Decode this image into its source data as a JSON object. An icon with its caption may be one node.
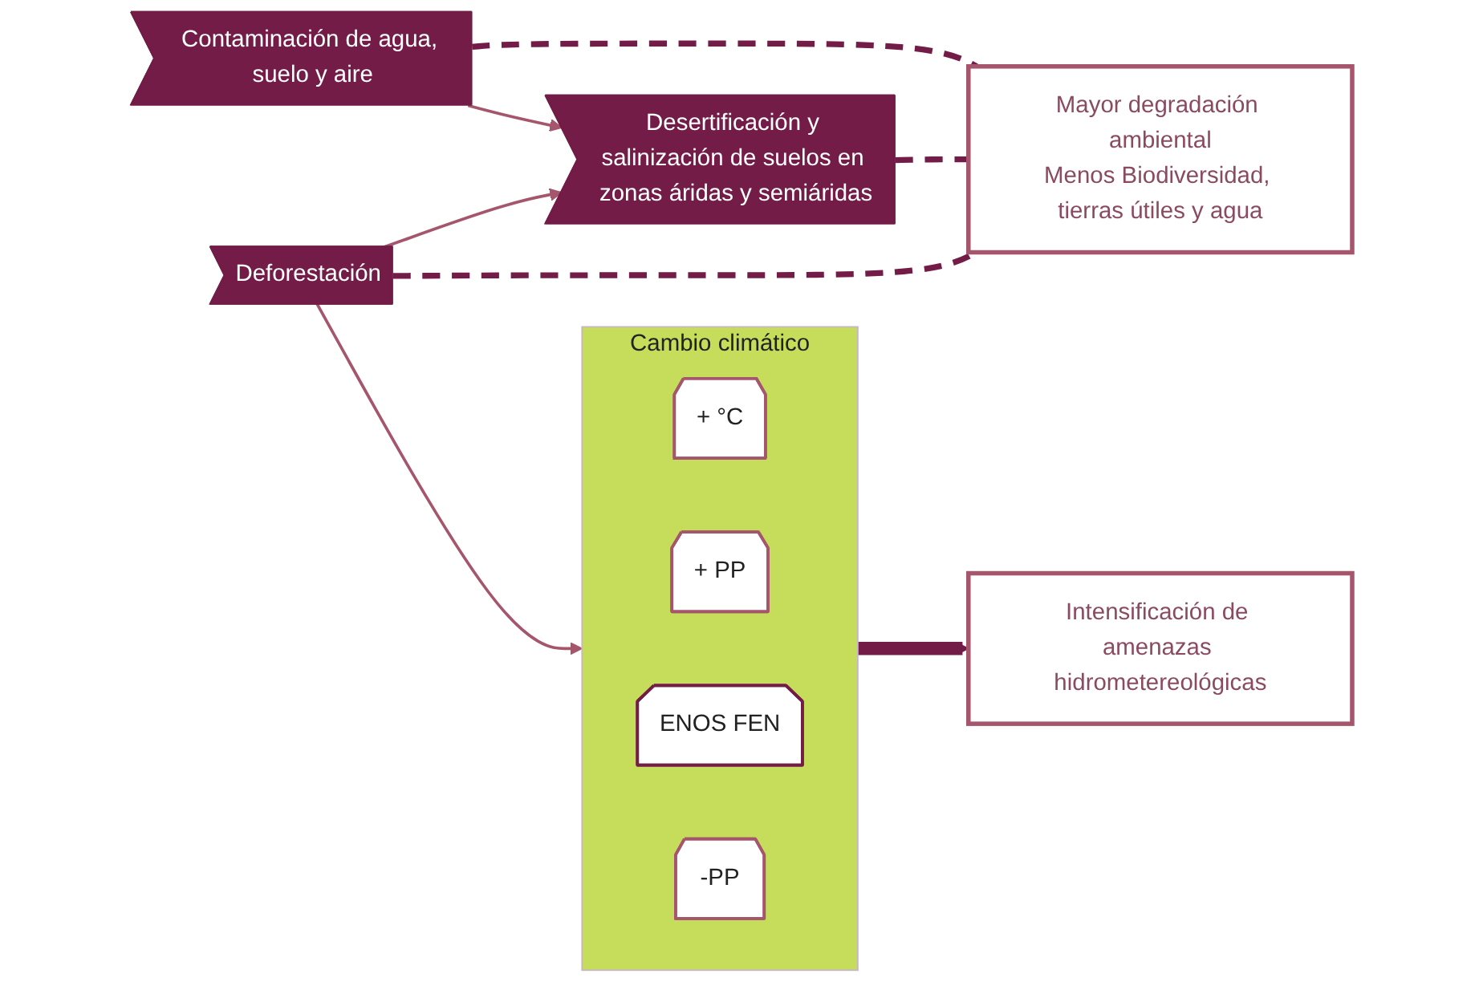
{
  "diagram": {
    "nodes": [
      {
        "text": [
          "Cambio climático"
        ]
      },
      {
        "text": [
          "+ °C"
        ],
        "in": 0
      },
      {
        "text": [
          "+ PP"
        ],
        "in": 0
      },
      {
        "text": [
          "ENOS FEN"
        ],
        "in": 0
      },
      {
        "text": [
          "-PP"
        ],
        "in": 0
      },
      {
        "text": [
          "Deforestación"
        ]
      },
      {
        "text": [
          "Desertificación y salinización de suelos en zonas áridas y semiáridas"
        ]
      },
      {
        "text": [
          "Contaminación de agua, suelo y aire"
        ]
      },
      {
        "text": [
          "Intensificación de amenazas hidrometereológicas"
        ]
      },
      {
        "text": [
          "Mayor degradación ambiental",
          "Menos Biodiversidad, tierras útiles y agua"
        ]
      }
    ],
    "edges": [
      {
        "from": 5,
        "to": 0,
        "arrow": "to"
      },
      {
        "from": 5,
        "to": 6,
        "arrow": "to"
      },
      {
        "from": 7,
        "to": 6,
        "arrow": "to"
      },
      {
        "from": 0,
        "to": 8,
        "arrow": "to",
        "style": "thick"
      },
      {
        "from": 5,
        "to": 9,
        "arrow": "none",
        "style": "dashed"
      },
      {
        "from": 6,
        "to": 9,
        "arrow": "none",
        "style": "dashed"
      },
      {
        "from": 7,
        "to": 9,
        "arrow": "none",
        "style": "dashed"
      }
    ]
  }
}
